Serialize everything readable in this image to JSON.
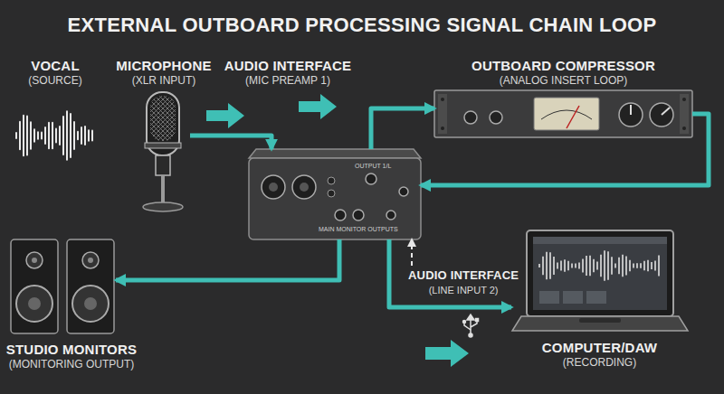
{
  "diagram": {
    "title": "EXTERNAL OUTBOARD PROCESSING SIGNAL CHAIN LOOP",
    "nodes": [
      {
        "text": [
          "VOCAL",
          "(SOURCE)"
        ]
      },
      {
        "text": [
          "MICROPHONE",
          "(XLR INPUT)"
        ]
      },
      {
        "text": [
          "AUDIO INTERFACE",
          "(MIC PREAMP 1)"
        ]
      },
      {
        "text": [
          "OUTBOARD COMPRESSOR",
          "(ANALOG INSERT LOOP)"
        ]
      },
      {
        "text": [
          "AUDIO INTERFACE",
          "(LINE INPUT 2)"
        ]
      },
      {
        "text": [
          "STUDIO MONITORS",
          "(MONITORING OUTPUT)"
        ]
      },
      {
        "text": [
          "COMPUTER/DAW",
          "(RECORDING)"
        ]
      }
    ],
    "edges": [
      {
        "from": 1,
        "to": 2,
        "arrow": "to"
      },
      {
        "from": 2,
        "to": 3,
        "arrow": "to"
      },
      {
        "from": 3,
        "to": 2,
        "arrow": "to"
      },
      {
        "from": 2,
        "to": 5,
        "arrow": "to"
      },
      {
        "from": 2,
        "to": 6,
        "arrow": "to"
      },
      {
        "from": 4,
        "to": 2,
        "arrow": "to"
      }
    ],
    "labels": [
      "OUTPUT 1/L",
      "MAIN MONITOR OUTPUTS"
    ]
  }
}
